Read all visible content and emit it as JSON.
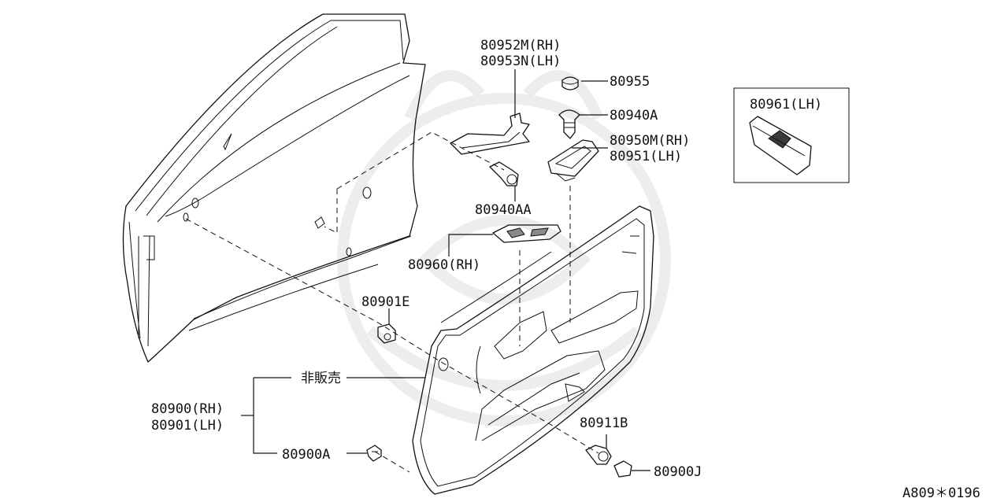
{
  "labels": {
    "p80952m": "80952M(RH)",
    "p80953n": "80953N(LH)",
    "p80955": "80955",
    "p80940a": "80940A",
    "p80950m": "80950M(RH)",
    "p80951": "80951(LH)",
    "p80940aa": "80940AA",
    "p80961": "80961(LH)",
    "p80960": "80960(RH)",
    "p80901e": "80901E",
    "not_for_sale": "非販売",
    "p80900rh": "80900(RH)",
    "p80901lh": "80901(LH)",
    "p80911b": "80911B",
    "p80900a": "80900A",
    "p80900j": "80900J",
    "diagram_code": "A809＊0196"
  }
}
